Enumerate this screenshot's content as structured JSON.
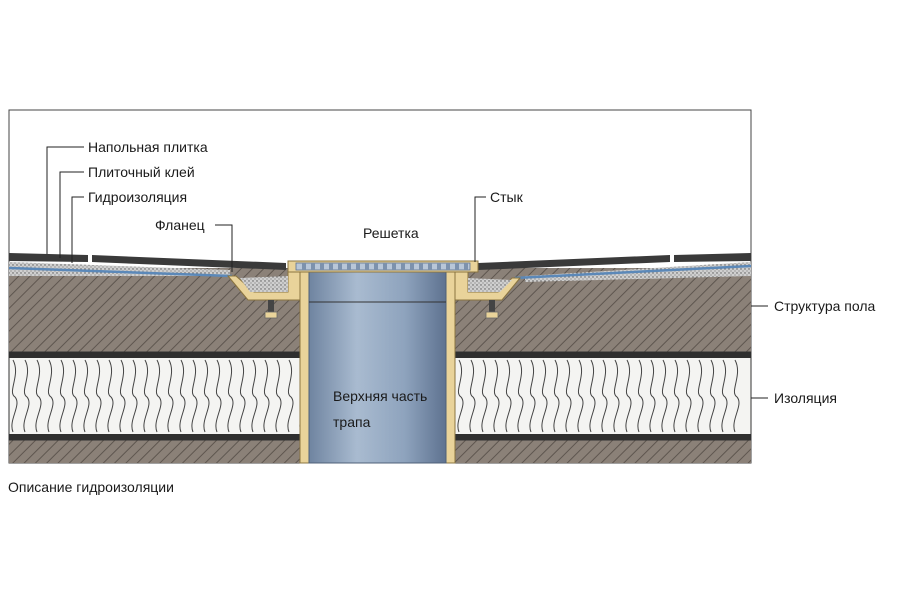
{
  "labels": {
    "floor_tile": "Напольная плитка",
    "tile_adhesive": "Плиточный клей",
    "waterproofing": "Гидроизоляция",
    "flange": "Фланец",
    "grate": "Решетка",
    "joint": "Стык",
    "floor_structure": "Структура пола",
    "insulation": "Изоляция",
    "drain_top_line1": "Верхняя часть",
    "drain_top_line2": "трапа"
  },
  "caption": "Описание гидроизоляции",
  "colors": {
    "concrete": "#8b8178",
    "tile": "#3a3a3a",
    "waterproof": "#5b88b8",
    "flange": "#e9d39a",
    "pipe": "#8ea3bd",
    "insulation": "#f4f4f2"
  }
}
